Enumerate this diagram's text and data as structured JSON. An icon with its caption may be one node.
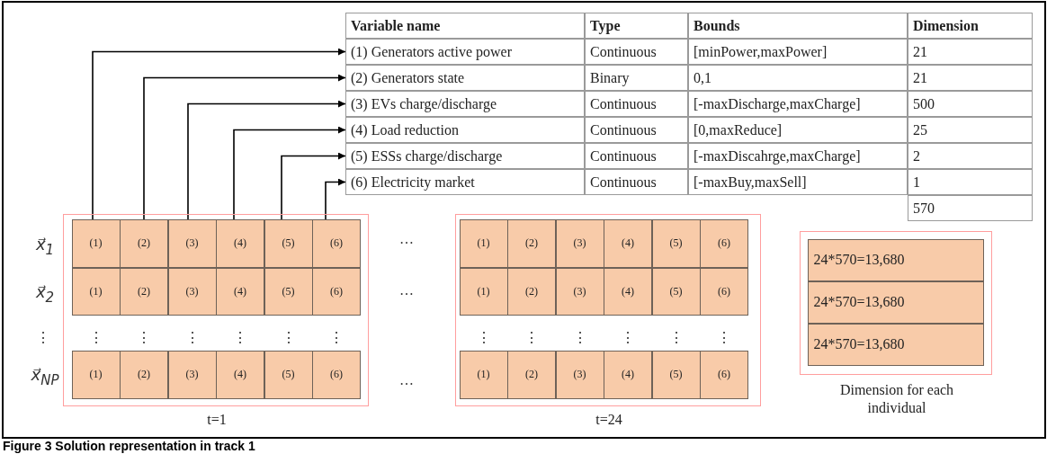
{
  "diagram": {
    "caption": "Figure 3 Solution representation in track 1",
    "nodes": [
      {
        "text": [
          "Variable name",
          "Type",
          "Bounds",
          "Dimension"
        ]
      },
      {
        "text": [
          "(1) Generators active power",
          "Continuous",
          "[minPower,maxPower]",
          "21"
        ]
      },
      {
        "text": [
          "(2) Generators state",
          "Binary",
          "0,1",
          "21"
        ]
      },
      {
        "text": [
          "(3) EVs charge/discharge",
          "Continuous",
          "[-maxDischarge,maxCharge]",
          "500"
        ]
      },
      {
        "text": [
          "(4) Load reduction",
          "Continuous",
          "[0,maxReduce]",
          "25"
        ]
      },
      {
        "text": [
          "(5) ESSs charge/discharge",
          "Continuous",
          "[-maxDiscahrge,maxCharge]",
          "2"
        ]
      },
      {
        "text": [
          "(6) Electricity market",
          "Continuous",
          "[-maxBuy,maxSell]",
          "1"
        ]
      },
      {
        "text": [
          "570"
        ]
      },
      {
        "text": [
          "t=1"
        ]
      },
      {
        "text": [
          "(1)"
        ],
        "in": 8
      },
      {
        "text": [
          "(2)"
        ],
        "in": 8
      },
      {
        "text": [
          "(3)"
        ],
        "in": 8
      },
      {
        "text": [
          "(4)"
        ],
        "in": 8
      },
      {
        "text": [
          "(5)"
        ],
        "in": 8
      },
      {
        "text": [
          "(6)"
        ],
        "in": 8
      },
      {
        "text": [
          "(1)"
        ],
        "in": 8
      },
      {
        "text": [
          "(2)"
        ],
        "in": 8
      },
      {
        "text": [
          "(3)"
        ],
        "in": 8
      },
      {
        "text": [
          "(4)"
        ],
        "in": 8
      },
      {
        "text": [
          "(5)"
        ],
        "in": 8
      },
      {
        "text": [
          "(6)"
        ],
        "in": 8
      },
      {
        "text": [
          "(1)"
        ],
        "in": 8
      },
      {
        "text": [
          "(2)"
        ],
        "in": 8
      },
      {
        "text": [
          "(3)"
        ],
        "in": 8
      },
      {
        "text": [
          "(4)"
        ],
        "in": 8
      },
      {
        "text": [
          "(5)"
        ],
        "in": 8
      },
      {
        "text": [
          "(6)"
        ],
        "in": 8
      },
      {
        "text": [
          "t=24"
        ]
      },
      {
        "text": [
          "(1)"
        ],
        "in": 27
      },
      {
        "text": [
          "(2)"
        ],
        "in": 27
      },
      {
        "text": [
          "(3)"
        ],
        "in": 27
      },
      {
        "text": [
          "(4)"
        ],
        "in": 27
      },
      {
        "text": [
          "(5)"
        ],
        "in": 27
      },
      {
        "text": [
          "(6)"
        ],
        "in": 27
      },
      {
        "text": [
          "(1)"
        ],
        "in": 27
      },
      {
        "text": [
          "(2)"
        ],
        "in": 27
      },
      {
        "text": [
          "(3)"
        ],
        "in": 27
      },
      {
        "text": [
          "(4)"
        ],
        "in": 27
      },
      {
        "text": [
          "(5)"
        ],
        "in": 27
      },
      {
        "text": [
          "(6)"
        ],
        "in": 27
      },
      {
        "text": [
          "(1)"
        ],
        "in": 27
      },
      {
        "text": [
          "(2)"
        ],
        "in": 27
      },
      {
        "text": [
          "(3)"
        ],
        "in": 27
      },
      {
        "text": [
          "(4)"
        ],
        "in": 27
      },
      {
        "text": [
          "(5)"
        ],
        "in": 27
      },
      {
        "text": [
          "(6)"
        ],
        "in": 27
      },
      {
        "text": [
          "Dimension for each individual"
        ]
      },
      {
        "text": [
          "24*570=13,680"
        ],
        "in": 46
      },
      {
        "text": [
          "24*570=13,680"
        ],
        "in": 46
      },
      {
        "text": [
          "24*570=13,680"
        ],
        "in": 46
      }
    ],
    "edges": [
      {
        "from": 9,
        "to": 1,
        "arrow": "to"
      },
      {
        "from": 10,
        "to": 2,
        "arrow": "to"
      },
      {
        "from": 11,
        "to": 3,
        "arrow": "to"
      },
      {
        "from": 12,
        "to": 4,
        "arrow": "to"
      },
      {
        "from": 13,
        "to": 5,
        "arrow": "to"
      },
      {
        "from": 14,
        "to": 6,
        "arrow": "to"
      }
    ],
    "labels": [
      "x⃗$_{1}$",
      "…",
      "x⃗$_{2}$",
      "…",
      "⋮",
      "⋮",
      "⋮",
      "⋮",
      "⋮",
      "⋮",
      "⋮",
      "⋮",
      "⋮",
      "⋮",
      "⋮",
      "⋮",
      "⋮",
      "x⃗$_{NP}$",
      "…"
    ]
  }
}
